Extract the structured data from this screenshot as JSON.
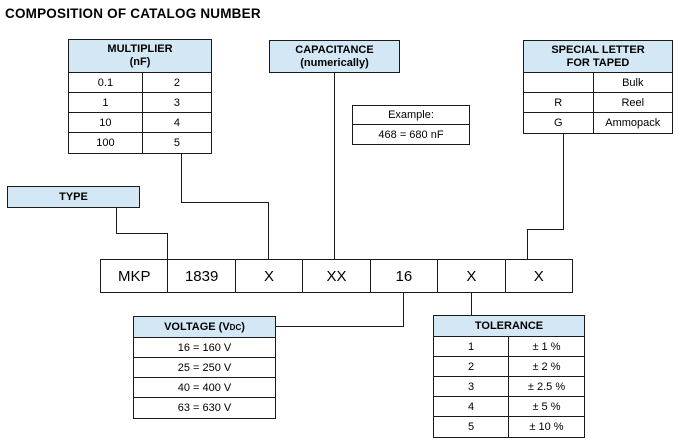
{
  "title": "COMPOSITION OF CATALOG NUMBER",
  "colors": {
    "header_bg": "#d3e7f4",
    "border": "#1a1a1a",
    "text": "#000000",
    "background": "#ffffff"
  },
  "multiplier": {
    "header_line1": "MULTIPLIER",
    "header_line2": "(nF)",
    "rows": [
      {
        "left": "0.1",
        "right": "2"
      },
      {
        "left": "1",
        "right": "3"
      },
      {
        "left": "10",
        "right": "4"
      },
      {
        "left": "100",
        "right": "5"
      }
    ]
  },
  "capacitance": {
    "header_line1": "CAPACITANCE",
    "header_line2": "(numerically)"
  },
  "example": {
    "line1": "Example:",
    "line2": "468 = 680 nF"
  },
  "special_letter": {
    "header_line1": "SPECIAL LETTER",
    "header_line2": "FOR TAPED",
    "rows": [
      {
        "left": "",
        "right": "Bulk"
      },
      {
        "left": "R",
        "right": "Reel"
      },
      {
        "left": "G",
        "right": "Ammopack"
      }
    ]
  },
  "type_box": {
    "label": "TYPE"
  },
  "catalog_row": {
    "cells": [
      "MKP",
      "1839",
      "X",
      "XX",
      "16",
      "X",
      "X"
    ]
  },
  "voltage": {
    "header_pre": "VOLTAGE (V",
    "header_sub": "DC",
    "header_post": ")",
    "rows": [
      "16 = 160 V",
      "25 = 250 V",
      "40 = 400 V",
      "63 = 630 V"
    ]
  },
  "tolerance": {
    "header": "TOLERANCE",
    "rows": [
      {
        "left": "1",
        "right": "± 1 %"
      },
      {
        "left": "2",
        "right": "± 2 %"
      },
      {
        "left": "3",
        "right": "± 2.5 %"
      },
      {
        "left": "4",
        "right": "± 5 %"
      },
      {
        "left": "5",
        "right": "± 10 %"
      }
    ]
  }
}
